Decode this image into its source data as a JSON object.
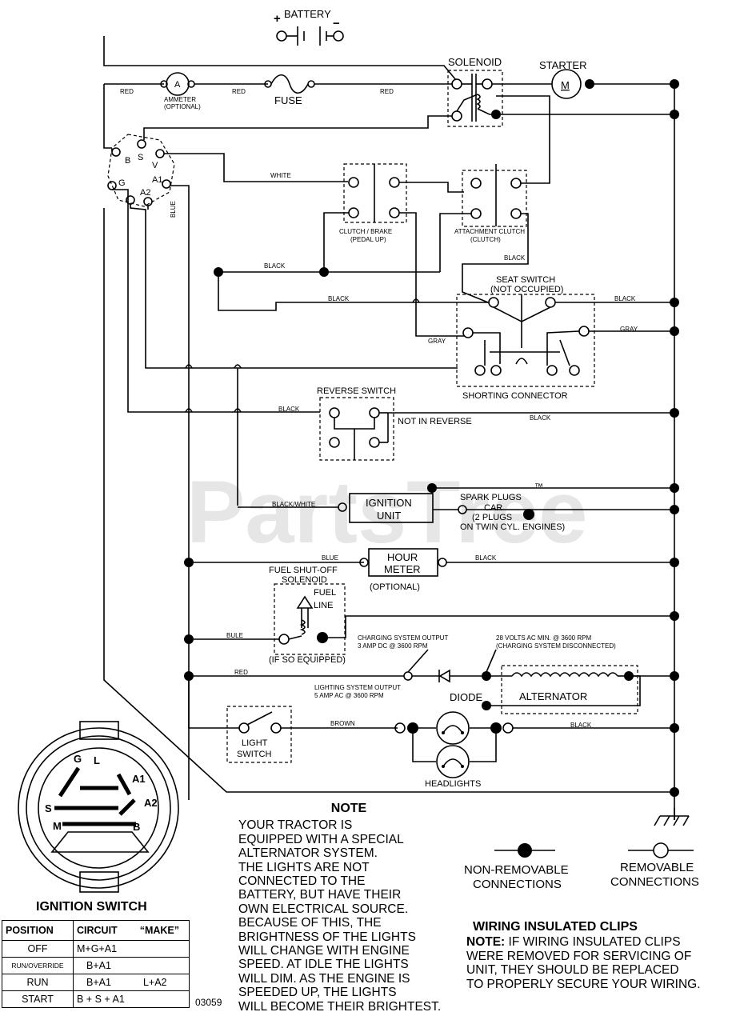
{
  "watermark": "PartsTree",
  "trademark": "™",
  "labels": {
    "battery": "BATTERY",
    "solenoid": "SOLENOID",
    "starter": "STARTER",
    "starter_m": "M",
    "ammeter_symbol": "A",
    "ammeter": "AMMETER",
    "ammeter_optional": "(OPTIONAL)",
    "fuse": "FUSE",
    "red": "RED",
    "white": "WHITE",
    "blue": "BLUE",
    "black": "BLACK",
    "gray": "GRAY",
    "brown": "BROWN",
    "black_white": "BLACK/WHITE",
    "bule": "BULE",
    "clutch_brake": "CLUTCH / BRAKE",
    "pedal_up": "(PEDAL UP)",
    "attachment_clutch": "ATTACHMENT CLUTCH",
    "attachment_clutch_sub": "(CLUTCH)",
    "seat_switch": "SEAT SWITCH",
    "not_occupied": "(NOT OCCUPIED)",
    "shorting_connector": "SHORTING CONNECTOR",
    "reverse_switch": "REVERSE SWITCH",
    "not_in_reverse": "NOT IN REVERSE",
    "ignition_unit_1": "IGNITION",
    "ignition_unit_2": "UNIT",
    "spark_plugs": "SPARK PLUGS",
    "car": "CAR",
    "two_plugs": "(2 PLUGS",
    "twin_cyl": "ON TWIN CYL. ENGINES)",
    "hour_meter_1": "HOUR",
    "hour_meter_2": "METER",
    "hour_optional": "(OPTIONAL)",
    "fuel_shutoff_1": "FUEL SHUT-OFF",
    "fuel_shutoff_2": "SOLENOID",
    "fuel": "FUEL",
    "line": "LINE",
    "if_so_equipped": "(IF SO EQUIPPED)",
    "charging_output_1": "CHARGING SYSTEM OUTPUT",
    "charging_output_2": "3 AMP DC @ 3600 RPM",
    "volts_1": "28 VOLTS AC MIN. @ 3600 RPM",
    "volts_2": "(CHARGING SYSTEM DISCONNECTED)",
    "lighting_output_1": "LIGHTING SYSTEM OUTPUT",
    "lighting_output_2": "5 AMP AC @ 3600 RPM",
    "diode": "DIODE",
    "alternator": "ALTERNATOR",
    "light_switch_1": "LIGHT",
    "light_switch_2": "SWITCH",
    "headlights": "HEADLIGHTS",
    "term_g": "G",
    "term_s": "S",
    "term_v": "V",
    "term_b": "B",
    "term_a1": "A1",
    "term_a2": "A2",
    "term_l": "L",
    "term_m": "M",
    "non_removable_1": "NON-REMOVABLE",
    "non_removable_2": "CONNECTIONS",
    "removable_1": "REMOVABLE",
    "removable_2": "CONNECTIONS"
  },
  "note": {
    "title": "NOTE",
    "lines": [
      "YOUR TRACTOR IS",
      "EQUIPPED WITH A SPECIAL",
      "ALTERNATOR SYSTEM.",
      "THE LIGHTS ARE NOT",
      "CONNECTED TO THE",
      "BATTERY, BUT HAVE THEIR",
      "OWN ELECTRICAL SOURCE.",
      "BECAUSE OF THIS, THE",
      "BRIGHTNESS OF THE LIGHTS",
      "WILL CHANGE WITH ENGINE",
      "SPEED.  AT IDLE THE LIGHTS",
      "WILL DIM.  AS THE ENGINE IS",
      "SPEEDED UP, THE LIGHTS",
      "WILL BECOME THEIR BRIGHTEST."
    ]
  },
  "clips": {
    "title": "WIRING INSULATED CLIPS",
    "note_label": "NOTE:",
    "line1": " IF WIRING INSULATED CLIPS",
    "line2": "WERE REMOVED FOR SERVICING OF",
    "line3": " UNIT, THEY SHOULD BE REPLACED",
    "line4": "TO PROPERLY SECURE YOUR WIRING."
  },
  "ignition_switch": {
    "title": "IGNITION SWITCH",
    "headers": [
      "POSITION",
      "CIRCUIT",
      "“MAKE”"
    ],
    "rows": [
      {
        "position": "OFF",
        "circuit": "M+G+A1",
        "make": ""
      },
      {
        "position": "RUN/OVERRIDE",
        "circuit": "B+A1",
        "make": ""
      },
      {
        "position": "RUN",
        "circuit": "B+A1",
        "make": "L+A2"
      },
      {
        "position": "START",
        "circuit": "B + S + A1",
        "make": ""
      }
    ]
  },
  "doc_number": "03059"
}
